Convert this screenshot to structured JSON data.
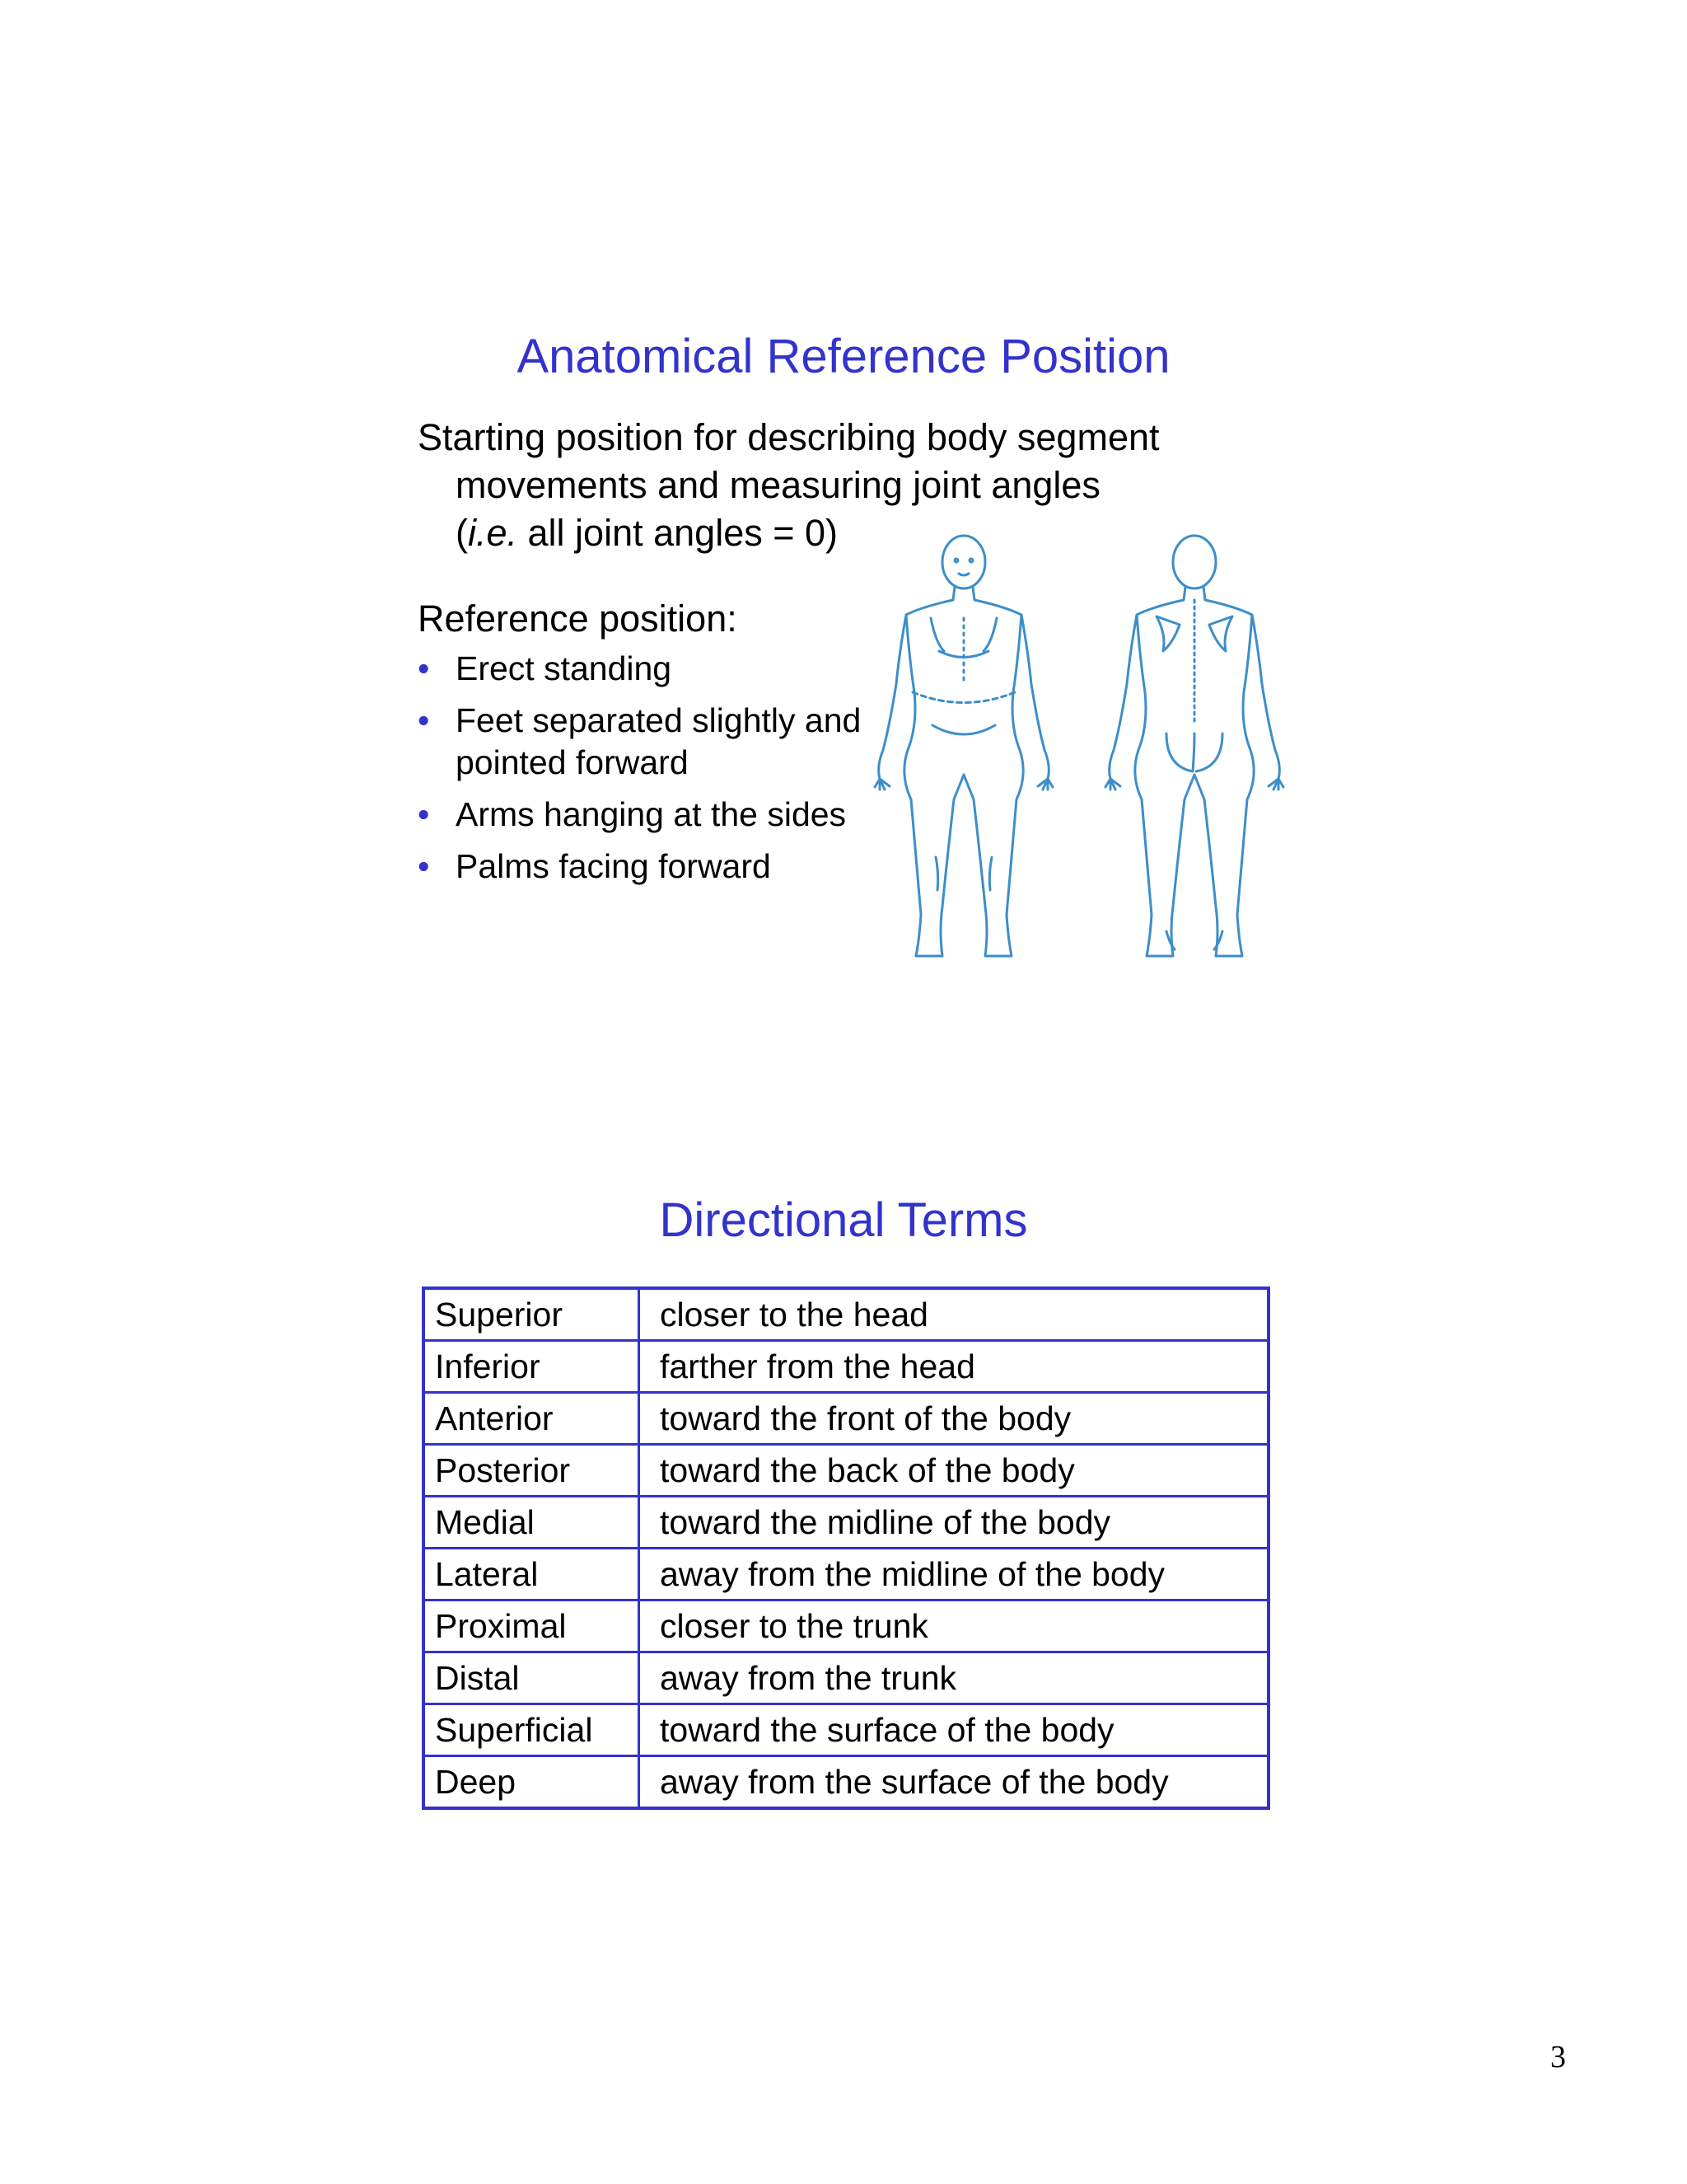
{
  "slide1": {
    "title": "Anatomical Reference Position",
    "intro_line1": "Starting position for describing body segment",
    "intro_line2": "movements and measuring joint angles",
    "intro_line3_open": "(",
    "intro_line3_ie": "i.e.",
    "intro_line3_rest": " all joint angles = 0)",
    "reference_heading": "Reference position:",
    "bullets": [
      "Erect standing",
      "Feet separated slightly and pointed forward",
      "Arms hanging at the sides",
      "Palms facing forward"
    ],
    "bullet_glyph": "•",
    "figure_color": "#3d8ec9"
  },
  "slide2": {
    "title": "Directional Terms",
    "rows": [
      {
        "term": "Superior",
        "definition": "closer to the head"
      },
      {
        "term": "Inferior",
        "definition": "farther from the head"
      },
      {
        "term": "Anterior",
        "definition": "toward the front of the body"
      },
      {
        "term": "Posterior",
        "definition": "toward the back of the body"
      },
      {
        "term": "Medial",
        "definition": "toward the midline of the body"
      },
      {
        "term": "Lateral",
        "definition": "away from the midline of the body"
      },
      {
        "term": "Proximal",
        "definition": "closer to the trunk"
      },
      {
        "term": "Distal",
        "definition": "away from the trunk"
      },
      {
        "term": "Superficial",
        "definition": "toward the surface of the body"
      },
      {
        "term": "Deep",
        "definition": "away from the surface of the body"
      }
    ]
  },
  "colors": {
    "title": "#3333cc",
    "table_border": "#3333cc",
    "bullet": "#3333cc"
  },
  "page_number": "3"
}
